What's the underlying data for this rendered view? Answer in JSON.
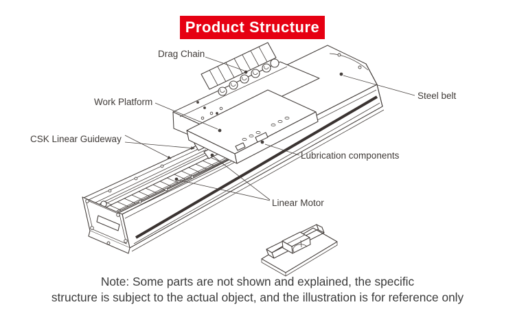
{
  "title": {
    "label": "Product Structure"
  },
  "labels": {
    "drag_chain": "Drag Chain",
    "work_platform": "Work Platform",
    "csk_linear_guideway": "CSK Linear Guideway",
    "steel_belt": "Steel belt",
    "lubrication_components": "Lubrication components",
    "linear_motor": "Linear Motor"
  },
  "note": {
    "line1": "Note: Some parts are not shown and explained, the specific",
    "line2": "structure is subject to the actual object, and the illustration is for reference only"
  },
  "colors": {
    "accent_red": "#e60012",
    "line": "#46403d",
    "steel_belt_stripe": "#3a3331",
    "note_text": "#3a3a3a",
    "title_text": "#ffffff"
  }
}
